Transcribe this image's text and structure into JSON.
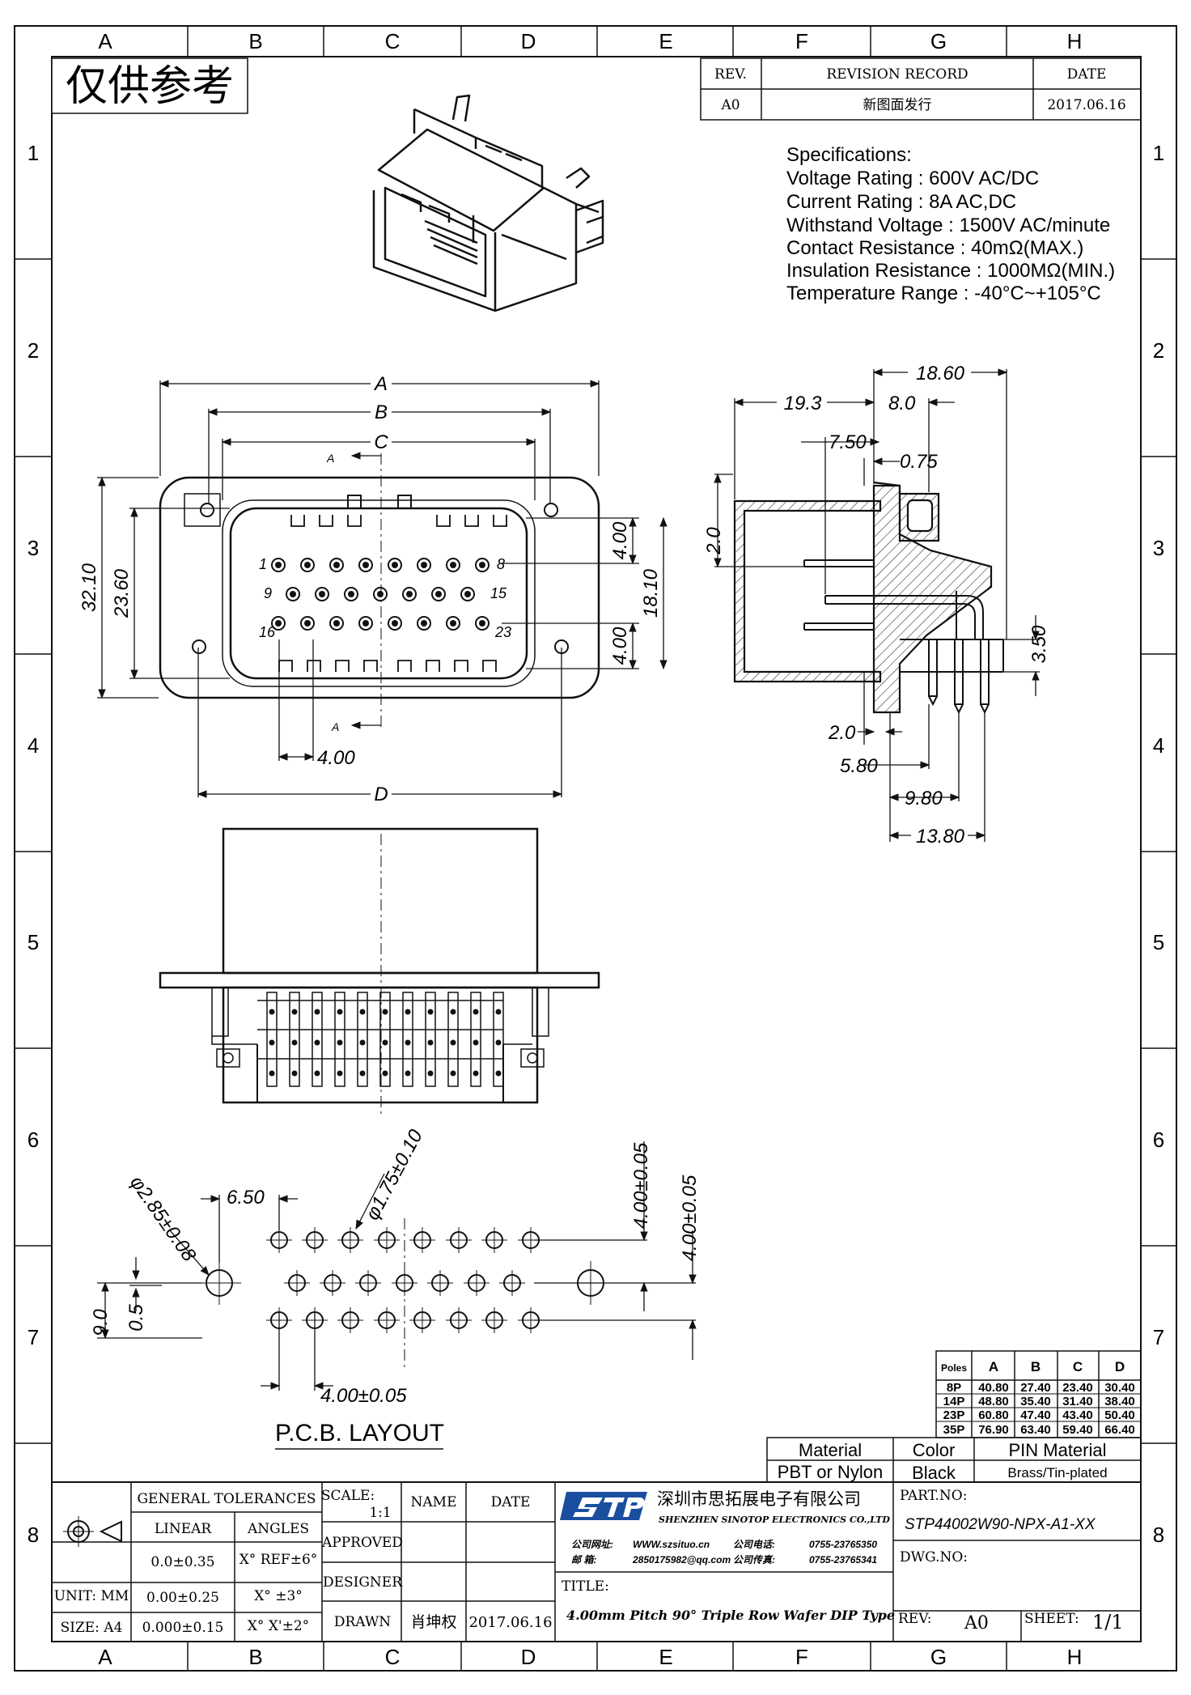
{
  "frame": {
    "columns": [
      "A",
      "B",
      "C",
      "D",
      "E",
      "F",
      "G",
      "H"
    ],
    "rows": [
      "1",
      "2",
      "3",
      "4",
      "5",
      "6",
      "7",
      "8"
    ]
  },
  "stamp": "仅供参考",
  "revision": {
    "header": {
      "rev": "REV.",
      "record": "REVISION RECORD",
      "date": "DATE"
    },
    "rows": [
      {
        "rev": "A0",
        "record": "新图面发行",
        "date": "2017.06.16"
      }
    ]
  },
  "specifications": {
    "title": "Specifications:",
    "lines": [
      "Voltage  Rating  :  600V  AC/DC",
      "Current  Rating  :  8A  AC,DC",
      "Withstand  Voltage  :  1500V  AC/minute",
      "Contact  Resistance  :  40mΩ(MAX.)",
      "Insulation  Resistance  :  1000MΩ(MIN.)",
      "Temperature  Range  :  -40°C~+105°C"
    ]
  },
  "front_view": {
    "dims": {
      "a": "A",
      "b": "B",
      "c": "C",
      "d": "D",
      "h1": "32.10",
      "h2": "23.60",
      "v1": "4.00",
      "v2": "18.10",
      "v3": "4.00",
      "pitch": "4.00"
    },
    "section_label": "A",
    "pin_labels": {
      "p1": "1",
      "p8": "8",
      "p9": "9",
      "p15": "15",
      "p16": "16",
      "p23": "23"
    }
  },
  "side_view": {
    "dims": {
      "d1": "18.60",
      "d2": "19.3",
      "d3": "8.0",
      "d4": "7.50",
      "d5": "0.75",
      "d6": "2.0",
      "d7": "3.50",
      "d8": "2.0",
      "d9": "5.80",
      "d10": "9.80",
      "d11": "13.80"
    }
  },
  "pcb_layout": {
    "title": "P.C.B.  LAYOUT",
    "dims": {
      "big_hole": "φ2.85±0.08",
      "small_hole": "φ1.75±0.10",
      "offset": "6.50",
      "row_pitch_1": "4.00±0.05",
      "row_pitch_2": "4.00±0.05",
      "col_pitch": "4.00±0.05",
      "h1": "9.0",
      "h2": "0.5"
    }
  },
  "poles_table": {
    "headers": [
      "Poles",
      "A",
      "B",
      "C",
      "D"
    ],
    "rows": [
      [
        "8P",
        "40.80",
        "27.40",
        "23.40",
        "30.40"
      ],
      [
        "14P",
        "48.80",
        "35.40",
        "31.40",
        "38.40"
      ],
      [
        "23P",
        "60.80",
        "47.40",
        "43.40",
        "50.40"
      ],
      [
        "35P",
        "76.90",
        "63.40",
        "59.40",
        "66.40"
      ]
    ]
  },
  "material_table": {
    "headers": [
      "Material",
      "Color",
      "PIN Material"
    ],
    "values": [
      "PBT  or  Nylon",
      "Black",
      "Brass/Tin-plated"
    ]
  },
  "title_block": {
    "tolerances": {
      "title": "GENERAL  TOLERANCES",
      "linear": "LINEAR",
      "angles": "ANGLES",
      "rows": [
        [
          "0.0±0.35",
          "X° REF±6°"
        ],
        [
          "0.00±0.25",
          "X°  ±3°"
        ],
        [
          "0.000±0.15",
          "X° X'±2°"
        ]
      ]
    },
    "unit": "UNIT: MM",
    "size": "SIZE: A4",
    "scale_label": "SCALE:",
    "scale_value": "1:1",
    "name": "NAME",
    "date": "DATE",
    "approved": "APPROVED",
    "designer": "DESIGNER",
    "drawn": "DRAWN",
    "drawn_name": "肖坤权",
    "drawn_date": "2017.06.16",
    "company_cn": "深圳市思拓展电子有限公司",
    "company_en": "SHENZHEN SINOTOP ELECTRONICS CO.,LTD",
    "logo": "STP",
    "contact_1_label": "公司网址:",
    "contact_1": "WWW.szsituo.cn",
    "contact_2_label": "公司电话:",
    "contact_2": "0755-23765350",
    "contact_3_label": "邮    箱:",
    "contact_3": "2850175982@qq.com",
    "contact_4_label": "公司传真:",
    "contact_4": "0755-23765341",
    "title_label": "TITLE:",
    "title_value": "4.00mm Pitch 90° Triple Row Wafer DIP Type",
    "part_no_label": "PART.NO:",
    "part_no": "STP44002W90-NPX-A1-XX",
    "dwg_no_label": "DWG.NO:",
    "rev_label": "REV:",
    "rev_value": "A0",
    "sheet_label": "SHEET:",
    "sheet_value": "1/1"
  },
  "colors": {
    "ink": "#111111",
    "logo": "#1a4fa0",
    "paper": "#ffffff"
  }
}
